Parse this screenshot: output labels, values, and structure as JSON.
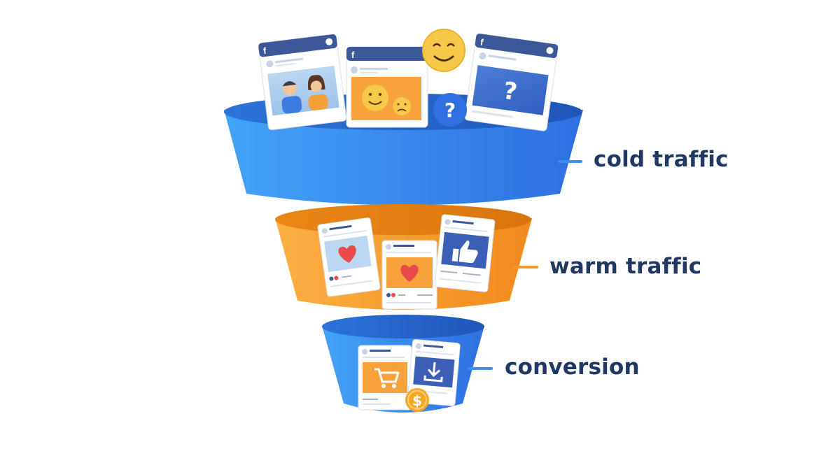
{
  "colors": {
    "cold_funnel": "#3b8ff0",
    "warm_funnel": "#f39a2a",
    "conversion_funnel": "#3b8ff0",
    "label_text": "#1f3864",
    "facebook_blue": "#3b5998",
    "accent_orange": "#f7a23b",
    "emoji_yellow": "#f7c948"
  },
  "stages": [
    {
      "key": "cold",
      "label": "cold traffic",
      "connector_color": "#3b8ff0",
      "cards": [
        "facebook-post-couple-photo",
        "facebook-post-emoji-faces",
        "facebook-post-question"
      ],
      "icons": [
        "smiley-emoji-icon",
        "question-bubble-icon"
      ]
    },
    {
      "key": "warm",
      "label": "warm traffic",
      "connector_color": "#f39a2a",
      "cards": [
        "facebook-post-heart",
        "facebook-post-heart-orange",
        "facebook-post-thumbs-up"
      ],
      "icons": [
        "heart-icon",
        "thumbs-up-icon"
      ]
    },
    {
      "key": "conversion",
      "label": "conversion",
      "connector_color": "#3b8ff0",
      "cards": [
        "facebook-post-shopping-cart",
        "facebook-post-download"
      ],
      "icons": [
        "shopping-cart-icon",
        "download-icon",
        "dollar-coin-icon"
      ]
    }
  ]
}
